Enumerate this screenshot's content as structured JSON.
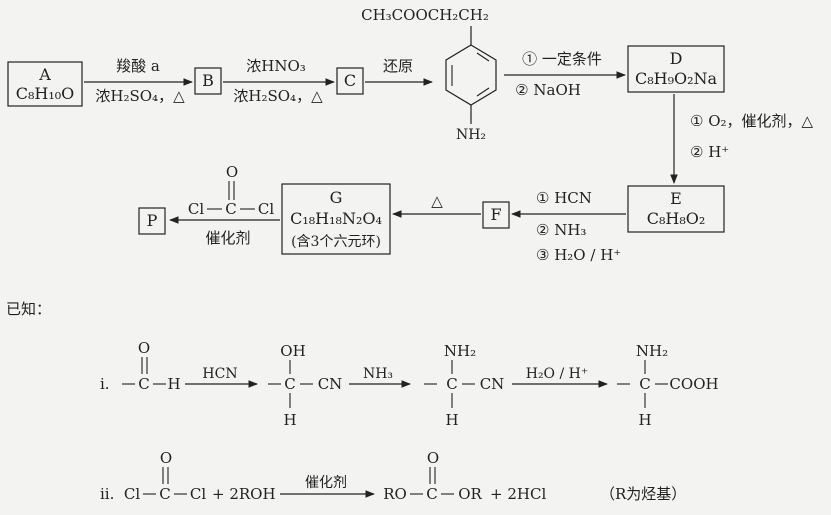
{
  "compounds": {
    "A": {
      "letter": "A",
      "formula": "C₈H₁₀O"
    },
    "B": {
      "letter": "B"
    },
    "C": {
      "letter": "C"
    },
    "D": {
      "letter": "D",
      "formula": "C₈H₉O₂Na"
    },
    "E": {
      "letter": "E",
      "formula": "C₈H₈O₂"
    },
    "F": {
      "letter": "F"
    },
    "G": {
      "letter": "G",
      "formula": "C₁₈H₁₈N₂O₄",
      "note": "(含3个六元环)"
    },
    "P": {
      "letter": "P"
    }
  },
  "reagents": {
    "a_to_b_top": "羧酸 a",
    "a_to_b_bottom": "浓H₂SO₄，△",
    "b_to_c_top": "浓HNO₃",
    "b_to_c_bottom": "浓H₂SO₄，△",
    "c_to_ring": "还原",
    "ring_to_d_1": "① 一定条件",
    "ring_to_d_2": "② NaOH",
    "d_to_e_1": "① O₂，催化剂，△",
    "d_to_e_2": "② H⁺",
    "e_to_f_1": "① HCN",
    "e_to_f_2": "② NH₃",
    "e_to_f_3": "③ H₂O / H⁺",
    "f_to_g": "△",
    "g_to_p_catalyst": "催化剂"
  },
  "ring_compound": {
    "substituent_top": "CH₃COOCH₂CH₂",
    "substituent_bottom": "NH₂"
  },
  "phosgene": {
    "cl_left": "Cl",
    "carbon": "C",
    "cl_right": "Cl",
    "oxygen": "O"
  },
  "known": {
    "header": "已知：",
    "i": {
      "label": "i.",
      "reactant_c": "C",
      "reactant_o": "O",
      "reactant_h": "H",
      "step1": "HCN",
      "int1_oh": "OH",
      "int1_c": "C",
      "int1_cn": "CN",
      "int1_h": "H",
      "step2": "NH₃",
      "int2_nh2": "NH₂",
      "int2_c": "C",
      "int2_cn": "CN",
      "int2_h": "H",
      "step3": "H₂O / H⁺",
      "prod_nh2": "NH₂",
      "prod_c": "C",
      "prod_cooh": "COOH",
      "prod_h": "H"
    },
    "ii": {
      "label": "ii.",
      "cl_left": "Cl",
      "carbon": "C",
      "oxygen": "O",
      "cl_right": "Cl",
      "reactant2": "+ 2ROH",
      "catalyst": "催化剂",
      "ro": "RO",
      "prod_c": "C",
      "prod_o": "O",
      "or": "OR",
      "hcl": "+ 2HCl",
      "note": "（R为烃基）"
    }
  }
}
